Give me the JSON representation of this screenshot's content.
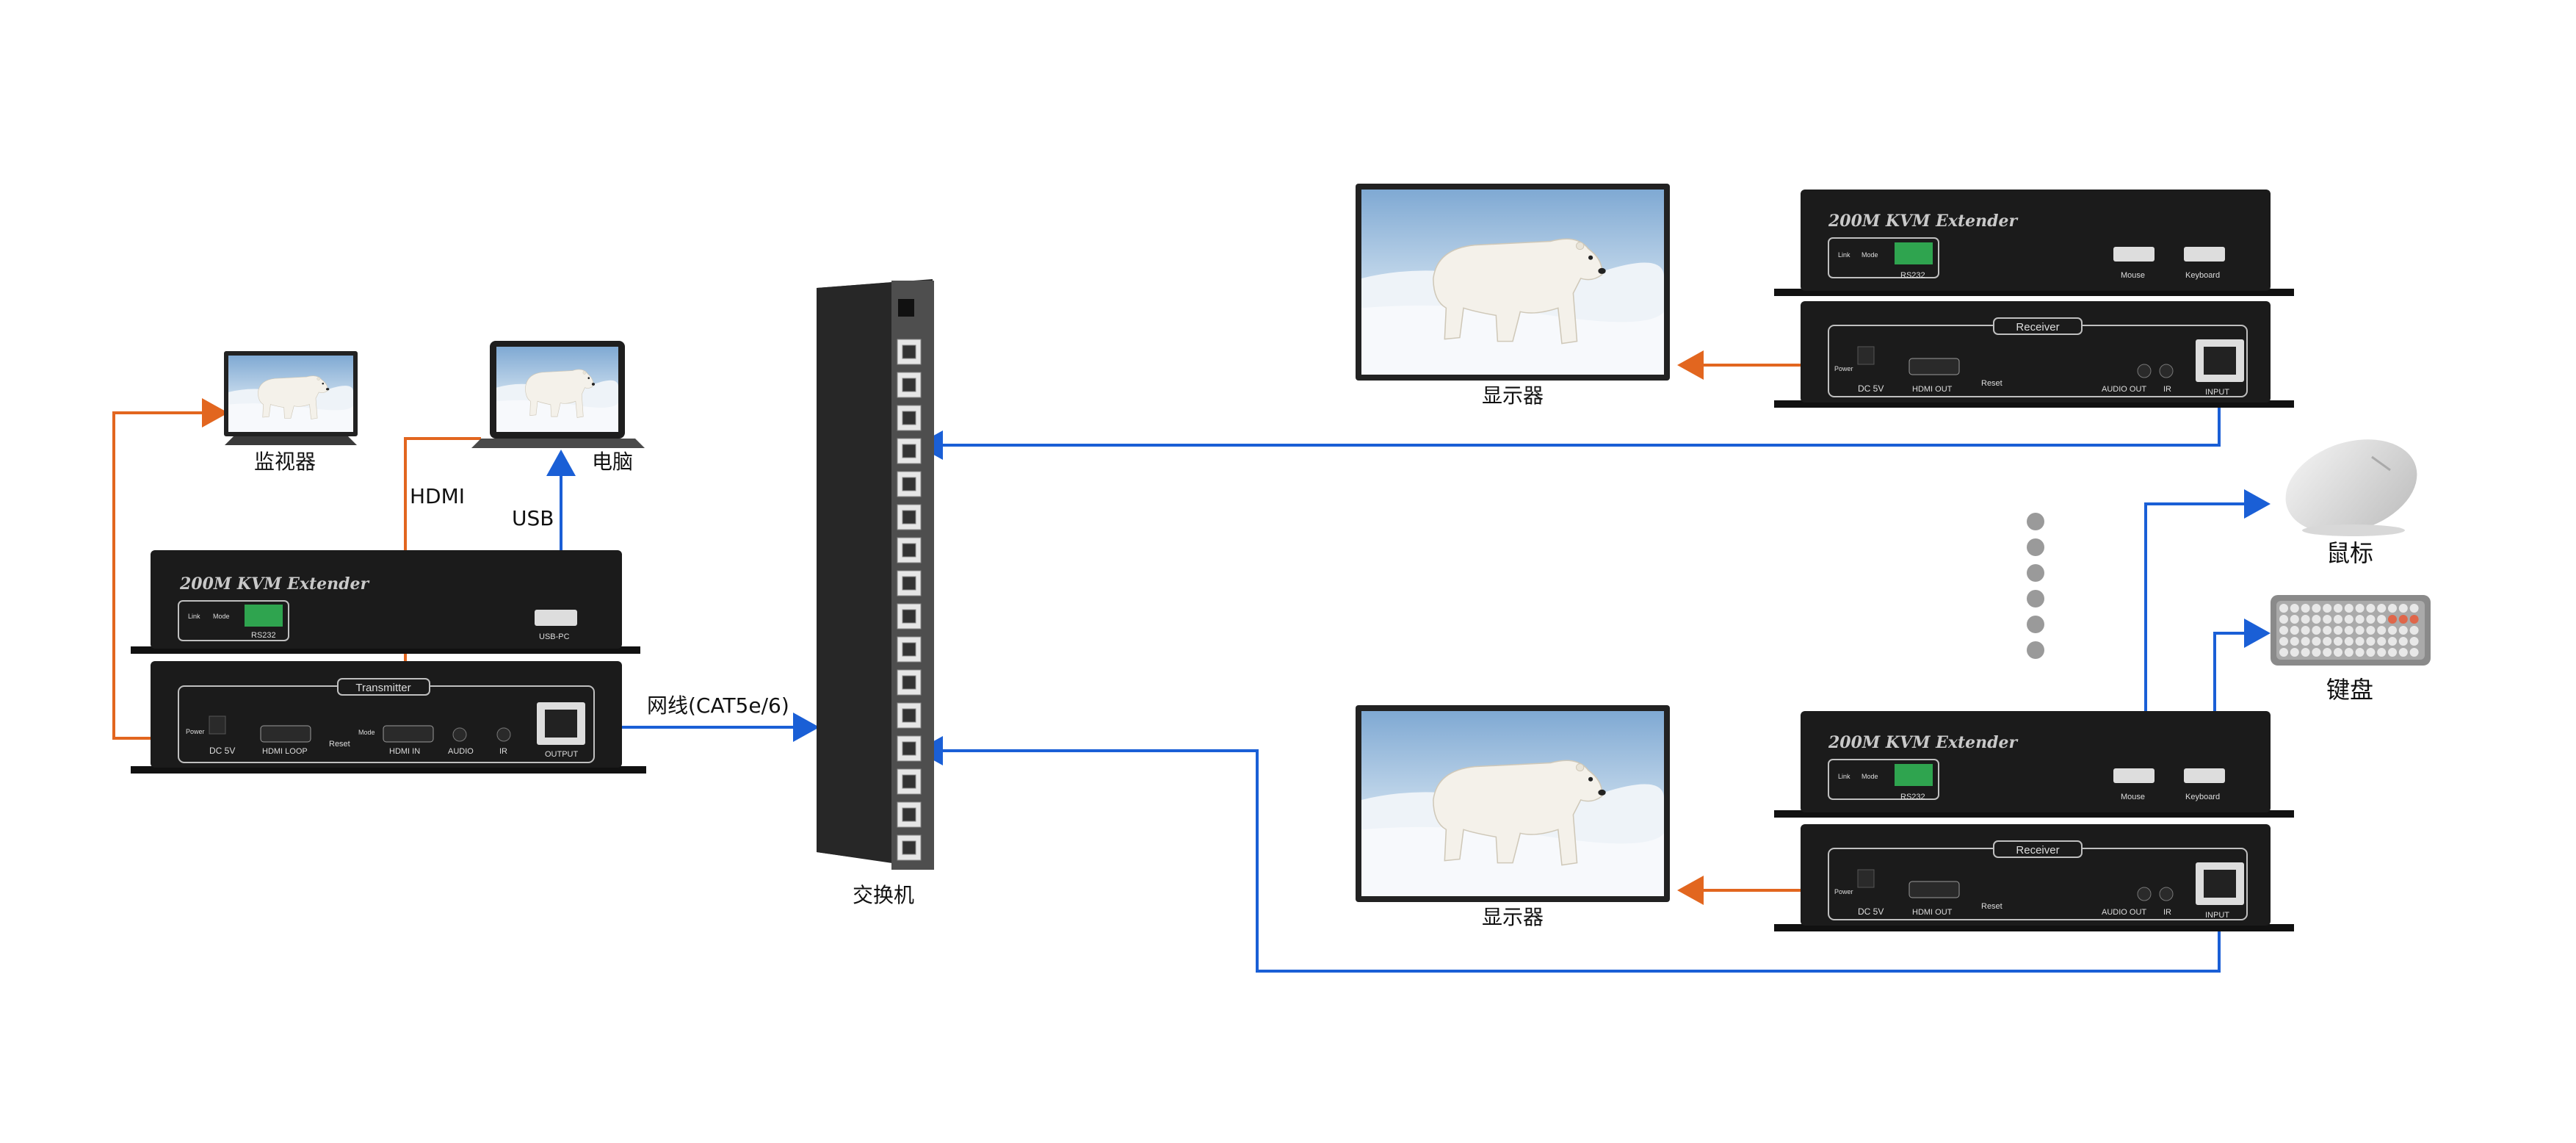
{
  "colors": {
    "hdmi_line": "#e2661f",
    "net_line": "#1a5fd6",
    "device_body": "#1b1b1b",
    "panel_border": "#bfbfbf",
    "screen_sky": "#a9c8e6",
    "snow": "#e8f0f7"
  },
  "labels": {
    "monitor_local": "监视器",
    "computer": "电脑",
    "hdmi": "HDMI",
    "usb": "USB",
    "network_cable": "网线(CAT5e/6)",
    "switch": "交换机",
    "display": "显示器",
    "mouse": "鼠标",
    "keyboard": "键盘"
  },
  "transmitter": {
    "brand": "200M KVM Extender",
    "panel_title": "Transmitter",
    "top_ports": {
      "link": "Link",
      "mode": "Mode",
      "rs232": "RS232",
      "usb_pc": "USB-PC"
    },
    "ports": {
      "power": "Power",
      "dc": "DC 5V",
      "hdmi_loop": "HDMI LOOP",
      "reset": "Reset",
      "mode": "Mode",
      "hdmi_in": "HDMI IN",
      "audio": "AUDIO",
      "ir": "IR",
      "output": "OUTPUT"
    }
  },
  "receiver": {
    "brand": "200M KVM Extender",
    "panel_title": "Receiver",
    "top_ports": {
      "link": "Link",
      "mode": "Mode",
      "rs232": "RS232",
      "mouse": "Mouse",
      "keyboard": "Keyboard"
    },
    "ports": {
      "power": "Power",
      "dc": "DC 5V",
      "hdmi_out": "HDMI OUT",
      "reset": "Reset",
      "audio_out": "AUDIO OUT",
      "ir": "IR",
      "input": "INPUT"
    }
  }
}
